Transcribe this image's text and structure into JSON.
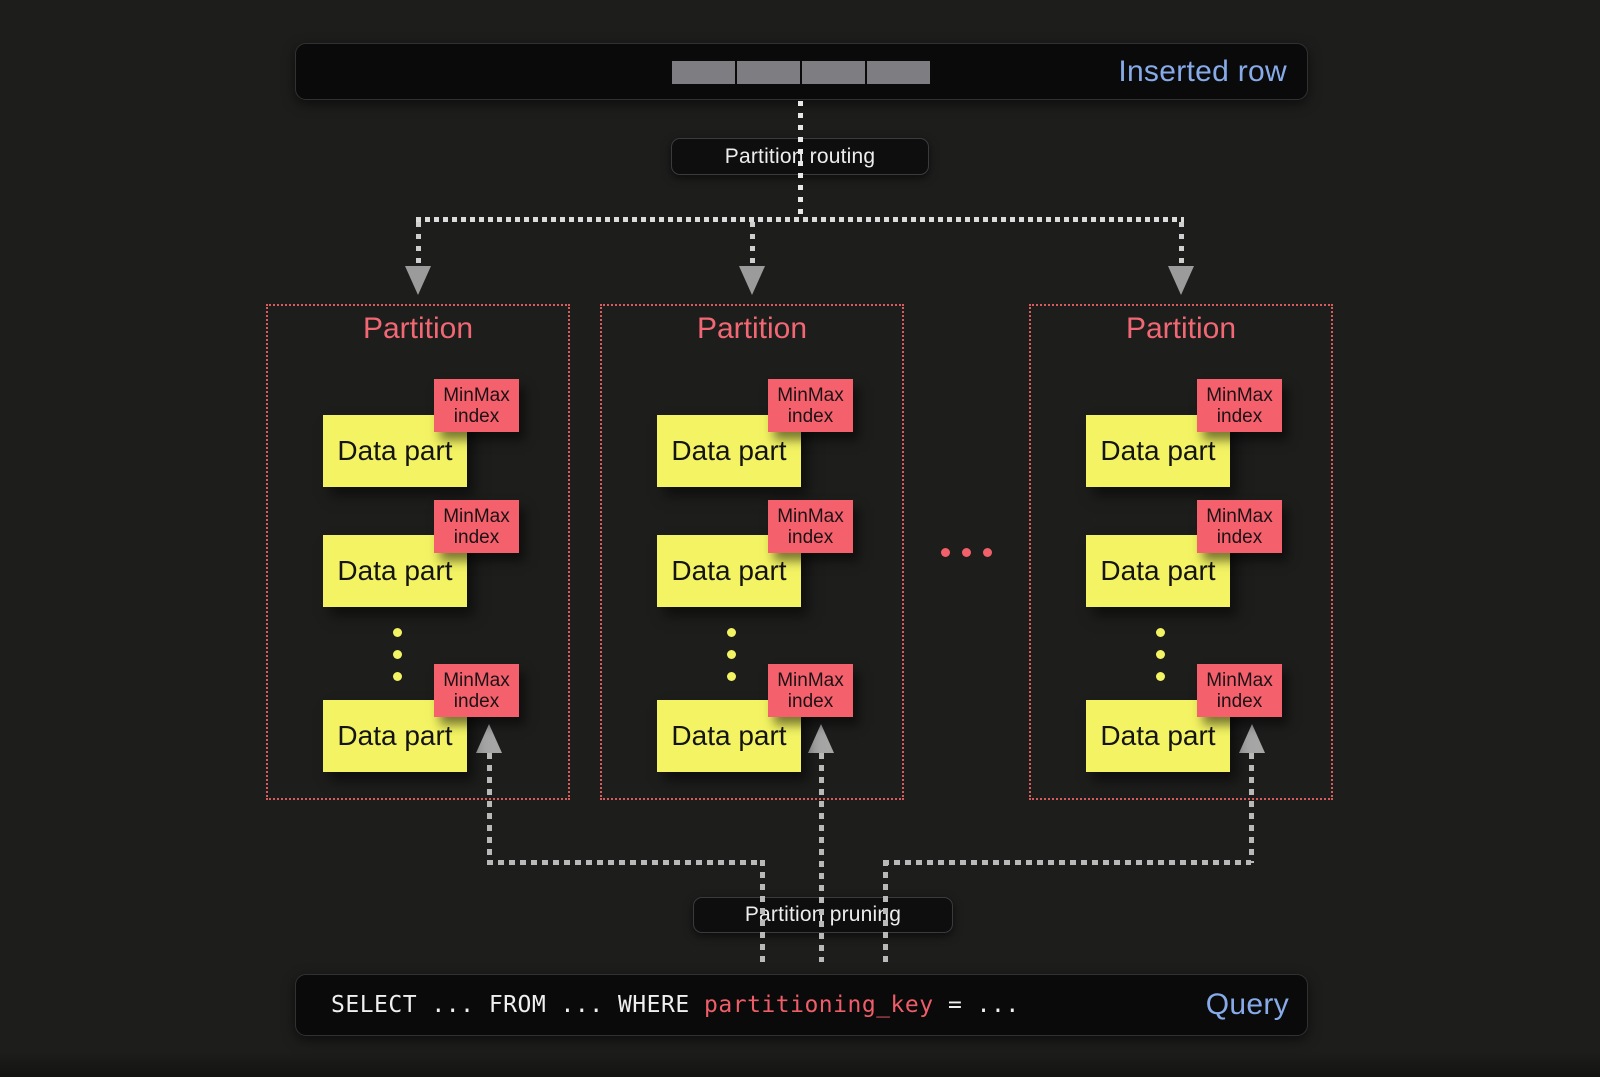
{
  "inserted_row_bar": {
    "label": "Inserted row",
    "cell_count": 4
  },
  "routing": {
    "label": "Partition routing"
  },
  "pruning": {
    "label": "Partition pruning"
  },
  "partitions": [
    {
      "title": "Partition",
      "parts": [
        {
          "name": "Data part",
          "index_tag": "MinMax index"
        },
        {
          "name": "Data part",
          "index_tag": "MinMax index"
        },
        {
          "name": "Data part",
          "index_tag": "MinMax index"
        }
      ]
    },
    {
      "title": "Partition",
      "parts": [
        {
          "name": "Data part",
          "index_tag": "MinMax index"
        },
        {
          "name": "Data part",
          "index_tag": "MinMax index"
        },
        {
          "name": "Data part",
          "index_tag": "MinMax index"
        }
      ]
    },
    {
      "title": "Partition",
      "parts": [
        {
          "name": "Data part",
          "index_tag": "MinMax index"
        },
        {
          "name": "Data part",
          "index_tag": "MinMax index"
        },
        {
          "name": "Data part",
          "index_tag": "MinMax index"
        }
      ]
    }
  ],
  "query_bar": {
    "sql": {
      "prefix": "SELECT ... FROM ... WHERE ",
      "highlight": "partitioning_key",
      "suffix": " = ..."
    },
    "label": "Query"
  },
  "colors": {
    "accent_blue": "#87abe8",
    "partition_red": "#f16874",
    "partition_border": "#d95b5e",
    "minmax_tag": "#f4616c",
    "data_part_yellow": "#f3f363",
    "sql_highlight": "#ef5d68",
    "bar_background": "#0a0a0b",
    "page_background": "#1d1d1c"
  }
}
